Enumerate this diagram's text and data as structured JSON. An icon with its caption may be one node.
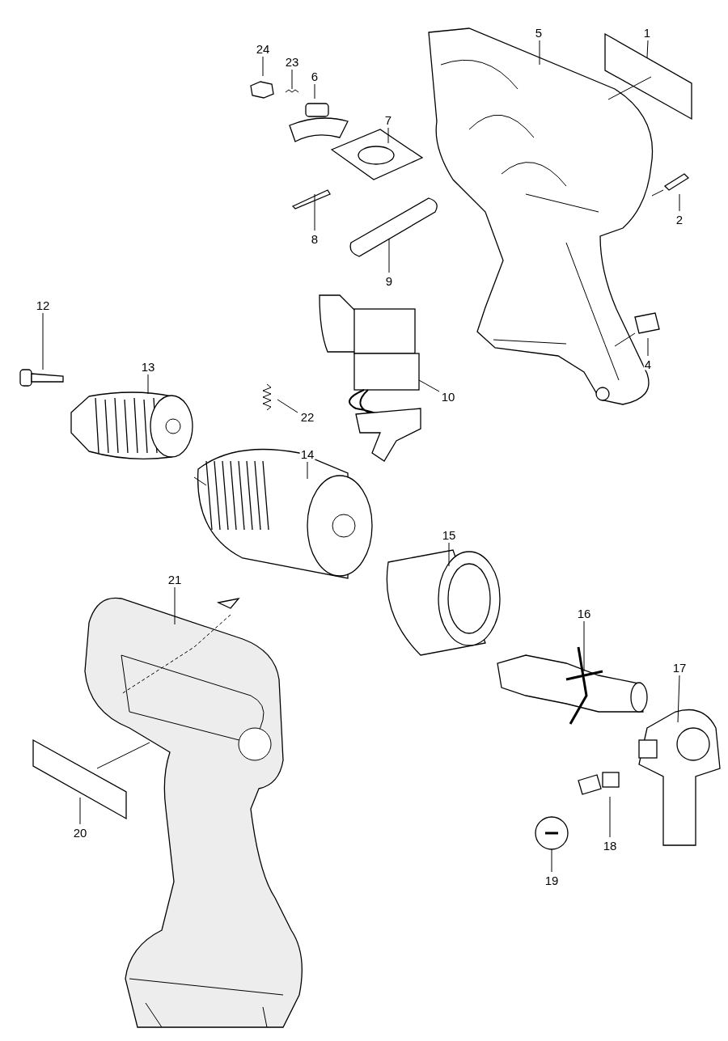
{
  "diagram": {
    "nodes": [
      {
        "text": [
          "5"
        ]
      },
      {
        "text": [
          "1"
        ]
      },
      {
        "text": [
          "24"
        ]
      },
      {
        "text": [
          "23"
        ]
      },
      {
        "text": [
          "6"
        ]
      },
      {
        "text": [
          "7"
        ]
      },
      {
        "text": [
          "2"
        ]
      },
      {
        "text": [
          "8"
        ]
      },
      {
        "text": [
          "9"
        ]
      },
      {
        "text": [
          "12"
        ]
      },
      {
        "text": [
          "13"
        ]
      },
      {
        "text": [
          "4"
        ]
      },
      {
        "text": [
          "10"
        ]
      },
      {
        "text": [
          "22"
        ]
      },
      {
        "text": [
          "14"
        ]
      },
      {
        "text": [
          "21"
        ]
      },
      {
        "text": [
          "15"
        ]
      },
      {
        "text": [
          "16"
        ]
      },
      {
        "text": [
          "17"
        ]
      },
      {
        "text": [
          "20"
        ]
      },
      {
        "text": [
          "18"
        ]
      },
      {
        "text": [
          "19"
        ]
      }
    ],
    "edges": [
      {
        "from": 0,
        "to": null,
        "arrow": "none"
      },
      {
        "from": 1,
        "to": null,
        "arrow": "none"
      },
      {
        "from": 2,
        "to": null,
        "arrow": "none"
      },
      {
        "from": 3,
        "to": null,
        "arrow": "none"
      },
      {
        "from": 4,
        "to": null,
        "arrow": "none"
      },
      {
        "from": 5,
        "to": null,
        "arrow": "none"
      },
      {
        "from": 6,
        "to": null,
        "arrow": "none"
      },
      {
        "from": 7,
        "to": null,
        "arrow": "none"
      },
      {
        "from": 8,
        "to": null,
        "arrow": "none"
      },
      {
        "from": 9,
        "to": null,
        "arrow": "none"
      },
      {
        "from": 10,
        "to": null,
        "arrow": "none"
      },
      {
        "from": 11,
        "to": null,
        "arrow": "none"
      },
      {
        "from": 12,
        "to": null,
        "arrow": "none"
      },
      {
        "from": 13,
        "to": null,
        "arrow": "none"
      },
      {
        "from": 14,
        "to": null,
        "arrow": "none"
      },
      {
        "from": 15,
        "to": null,
        "arrow": "none"
      },
      {
        "from": 16,
        "to": null,
        "arrow": "none"
      },
      {
        "from": 17,
        "to": null,
        "arrow": "none"
      },
      {
        "from": 18,
        "to": null,
        "arrow": "none"
      },
      {
        "from": 19,
        "to": null,
        "arrow": "none"
      },
      {
        "from": 20,
        "to": null,
        "arrow": "none"
      },
      {
        "from": 21,
        "to": null,
        "arrow": "none"
      }
    ]
  }
}
